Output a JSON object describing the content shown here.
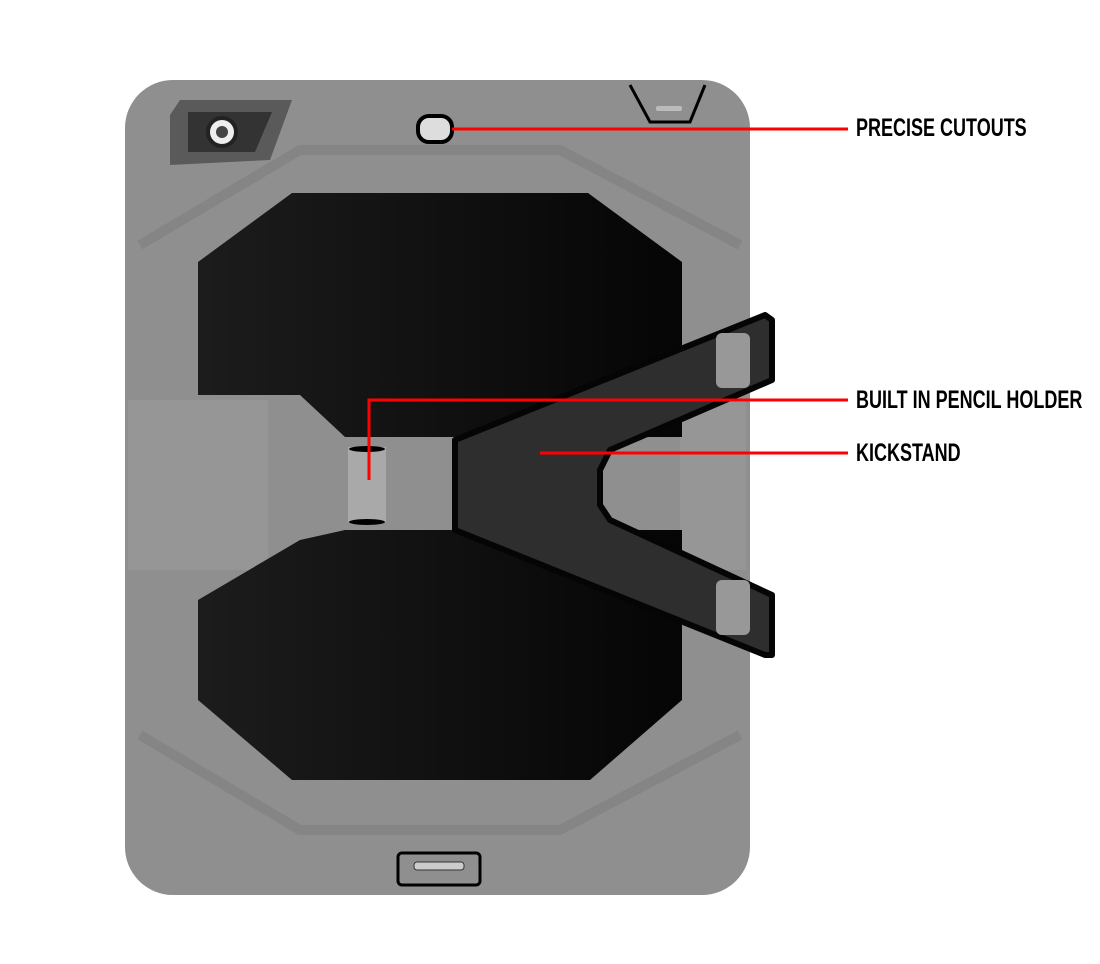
{
  "callouts": [
    {
      "id": "precise-cutouts",
      "label": "PRECISE CUTOUTS"
    },
    {
      "id": "pencil-holder",
      "label": "BUILT IN PENCIL HOLDER"
    },
    {
      "id": "kickstand",
      "label": "KICKSTAND"
    }
  ],
  "colors": {
    "case": "#8e8e8e",
    "case_light": "#9c9c9c",
    "panel": "#0d0d0d",
    "callout_line": "#ff0000"
  }
}
